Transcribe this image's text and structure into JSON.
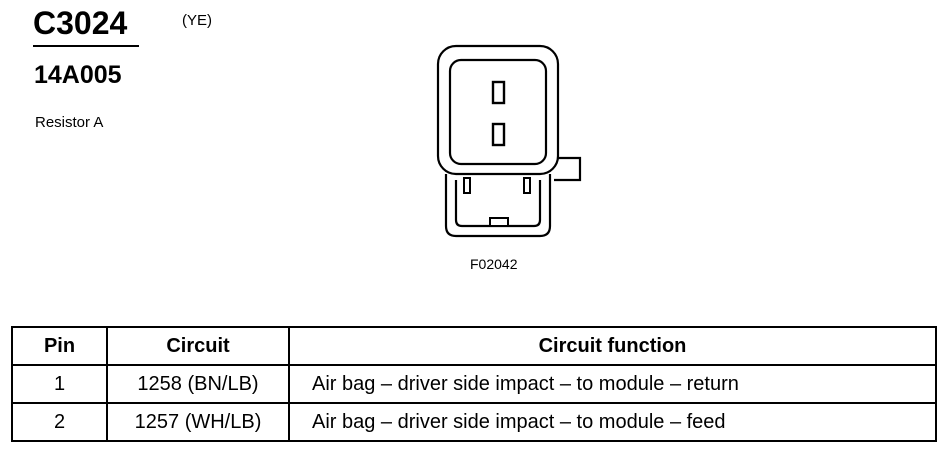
{
  "connector": {
    "id": "C3024",
    "color_code": "(YE)",
    "part_number": "14A005",
    "component": "Resistor A",
    "figure_ref": "F02042"
  },
  "table": {
    "headers": {
      "pin": "Pin",
      "circuit": "Circuit",
      "function": "Circuit function"
    },
    "rows": [
      {
        "pin": "1",
        "circuit": "1258 (BN/LB)",
        "function": "Air bag – driver side impact – to module – return"
      },
      {
        "pin": "2",
        "circuit": "1257 (WH/LB)",
        "function": "Air bag – driver side impact – to module – feed"
      }
    ]
  }
}
